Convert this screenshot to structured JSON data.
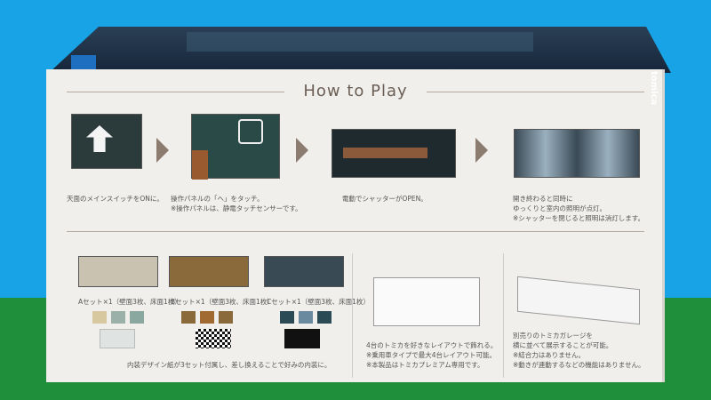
{
  "title": "How to Play",
  "brand": "tomica",
  "steps": [
    {
      "lines": [
        "天面のメインスイッチをONに。"
      ]
    },
    {
      "lines": [
        "操作パネルの「ヘ」をタッチ。",
        "※操作パネルは、静電タッチセンサーです。"
      ]
    },
    {
      "lines": [
        "電動でシャッターがOPEN。"
      ]
    },
    {
      "lines": [
        "開き終わると同時に",
        "ゆっくりと室内の照明が点灯。",
        "※シャッターを閉じると照明は消灯します。"
      ]
    }
  ],
  "sets": [
    {
      "label": "Aセット×1（壁面3枚、床面1枚）",
      "color": "#d8c8a0"
    },
    {
      "label": "Bセット×1（壁面3枚、床面1枚）",
      "color": "#8a6a3a"
    },
    {
      "label": "Cセット×1（壁面3枚、床面1枚）",
      "color": "#2a4050"
    }
  ],
  "sets_note": "内装デザイン紙が3セット付属し、差し換えることで好みの内装に。",
  "layout_note": [
    "4台のトミカを好きなレイアウトで飾れる。",
    "※乗用車タイプで最大4台レイアウト可能。",
    "※本製品はトミカプレミアム専用です。"
  ],
  "garage_note": [
    "別売りのトミカガレージを",
    "横に並べて展示することが可能。",
    "※結合力はありません。",
    "※動きが連動するなどの機能はありません。"
  ]
}
